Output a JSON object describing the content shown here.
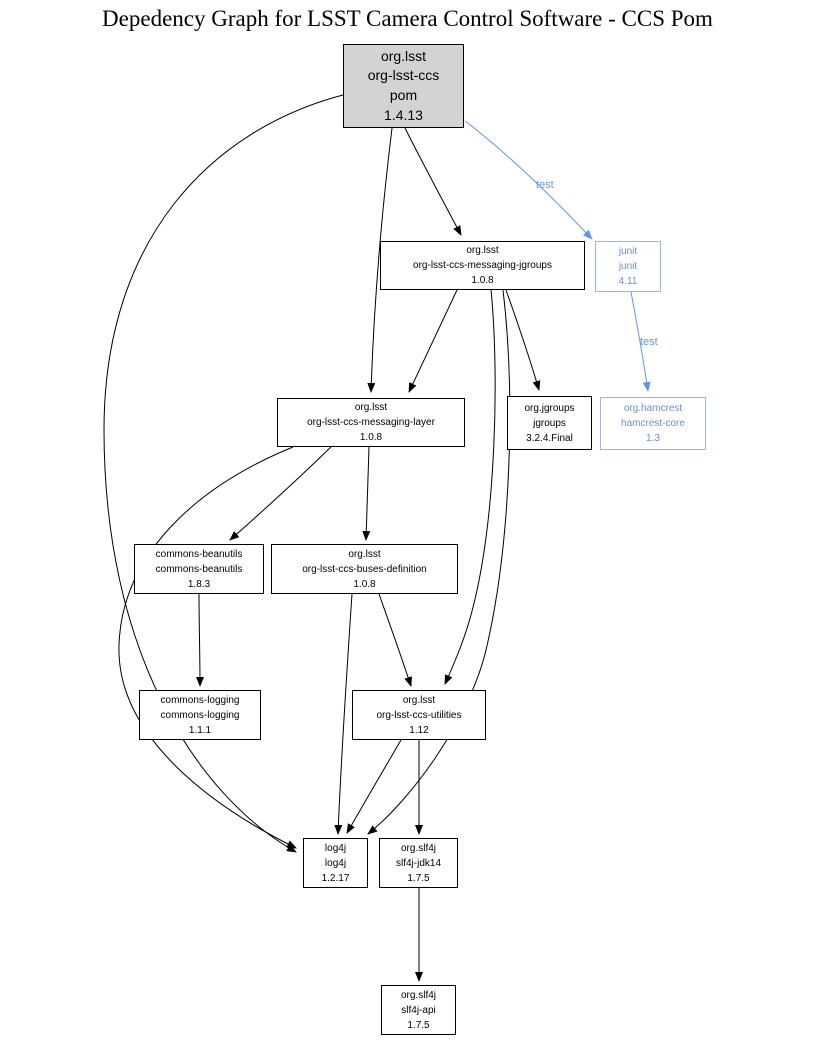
{
  "title": "Depedency Graph for LSST Camera Control Software - CCS Pom",
  "colors": {
    "root_node_fill": "#d3d3d3",
    "node_border": "#000000",
    "test_accent": "#6495ed"
  },
  "edge_labels": {
    "test1": "test",
    "test2": "test"
  },
  "nodes": {
    "pom": {
      "lines": [
        "org.lsst",
        "org-lsst-ccs",
        "pom",
        "1.4.13"
      ]
    },
    "messaging_jgroups": {
      "lines": [
        "org.lsst",
        "org-lsst-ccs-messaging-jgroups",
        "1.0.8"
      ]
    },
    "junit": {
      "lines": [
        "junit",
        "junit",
        "4.11"
      ]
    },
    "messaging_layer": {
      "lines": [
        "org.lsst",
        "org-lsst-ccs-messaging-layer",
        "1.0.8"
      ]
    },
    "jgroups": {
      "lines": [
        "org.jgroups",
        "jgroups",
        "3.2.4.Final"
      ]
    },
    "hamcrest": {
      "lines": [
        "org.hamcrest",
        "hamcrest-core",
        "1.3"
      ]
    },
    "commons_beanutils": {
      "lines": [
        "commons-beanutils",
        "commons-beanutils",
        "1.8.3"
      ]
    },
    "buses_definition": {
      "lines": [
        "org.lsst",
        "org-lsst-ccs-buses-definition",
        "1.0.8"
      ]
    },
    "commons_logging": {
      "lines": [
        "commons-logging",
        "commons-logging",
        "1.1.1"
      ]
    },
    "utilities": {
      "lines": [
        "org.lsst",
        "org-lsst-ccs-utilities",
        "1.12"
      ]
    },
    "log4j": {
      "lines": [
        "log4j",
        "log4j",
        "1.2.17"
      ]
    },
    "slf4j_jdk14": {
      "lines": [
        "org.slf4j",
        "slf4j-jdk14",
        "1.7.5"
      ]
    },
    "slf4j_api": {
      "lines": [
        "org.slf4j",
        "slf4j-api",
        "1.7.5"
      ]
    }
  },
  "edges": [
    {
      "from": "pom",
      "to": "messaging_jgroups"
    },
    {
      "from": "pom",
      "to": "messaging_layer"
    },
    {
      "from": "pom",
      "to": "log4j"
    },
    {
      "from": "pom",
      "to": "junit",
      "scope": "test"
    },
    {
      "from": "junit",
      "to": "hamcrest",
      "scope": "test"
    },
    {
      "from": "messaging_jgroups",
      "to": "messaging_layer"
    },
    {
      "from": "messaging_jgroups",
      "to": "jgroups"
    },
    {
      "from": "messaging_jgroups",
      "to": "utilities"
    },
    {
      "from": "messaging_jgroups",
      "to": "log4j"
    },
    {
      "from": "messaging_layer",
      "to": "commons_beanutils"
    },
    {
      "from": "messaging_layer",
      "to": "buses_definition"
    },
    {
      "from": "messaging_layer",
      "to": "log4j"
    },
    {
      "from": "commons_beanutils",
      "to": "commons_logging"
    },
    {
      "from": "buses_definition",
      "to": "utilities"
    },
    {
      "from": "buses_definition",
      "to": "log4j"
    },
    {
      "from": "utilities",
      "to": "log4j"
    },
    {
      "from": "utilities",
      "to": "slf4j_jdk14"
    },
    {
      "from": "slf4j_jdk14",
      "to": "slf4j_api"
    }
  ]
}
